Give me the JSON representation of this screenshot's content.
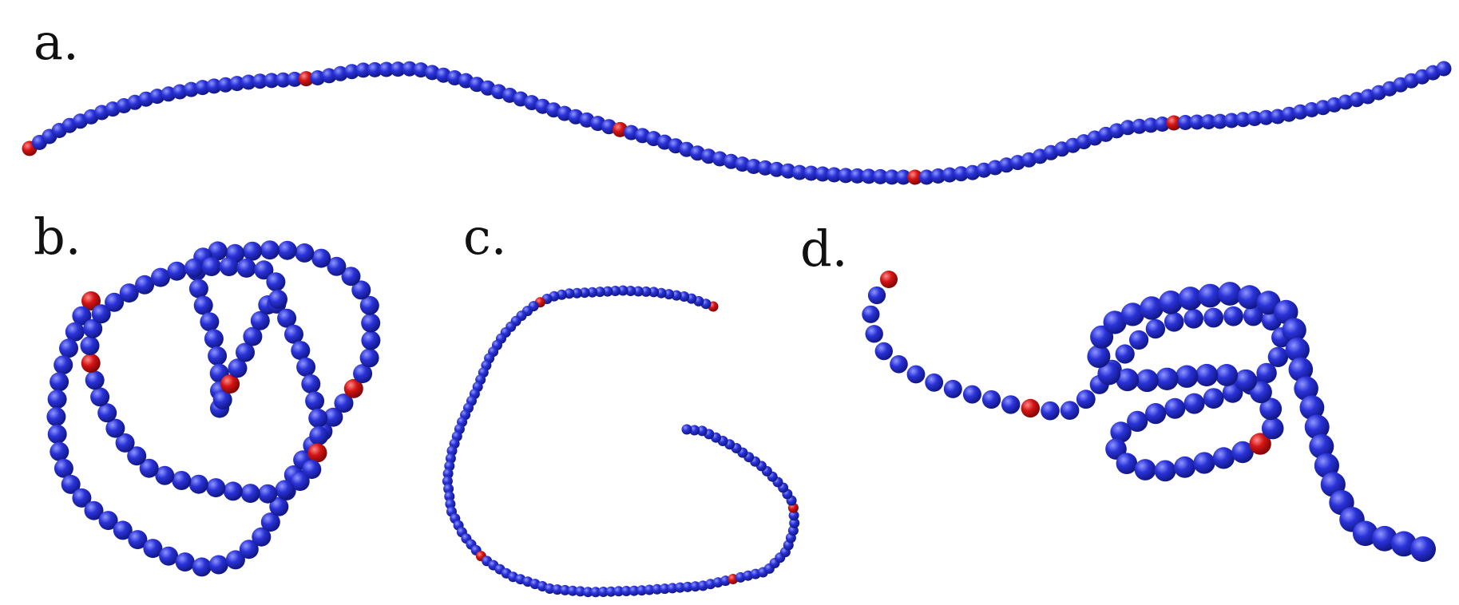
{
  "panels": [
    {
      "id": "a",
      "label": "a."
    },
    {
      "id": "b",
      "label": "b."
    },
    {
      "id": "c",
      "label": "c."
    },
    {
      "id": "d",
      "label": "d."
    }
  ],
  "colors": {
    "bead": "#2a32d8",
    "bead_highlight": "#8f96ff",
    "bead_shadow": "#101680",
    "marker": "#d41414",
    "marker_highlight": "#ff8a8a",
    "marker_shadow": "#7d0606"
  }
}
